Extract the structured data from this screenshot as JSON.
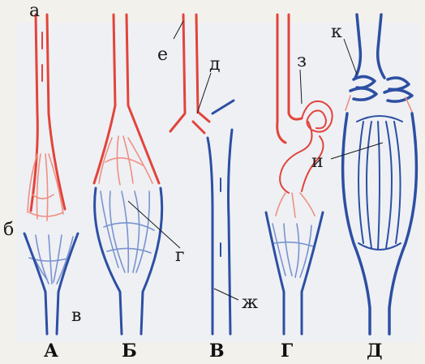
{
  "labels": {
    "a": "а",
    "b": "б",
    "v": "в",
    "g": "г",
    "d": "д",
    "e": "е",
    "zh": "ж",
    "z": "з",
    "i": "и",
    "k": "к"
  },
  "panels": [
    "А",
    "Б",
    "В",
    "Г",
    "Д"
  ],
  "colors": {
    "background": "#f3f1ec",
    "arterial": "#e2443a",
    "venous": "#2d4fa3",
    "capillary_pale": "#7a93cf",
    "capillary_pink": "#f08f83"
  }
}
